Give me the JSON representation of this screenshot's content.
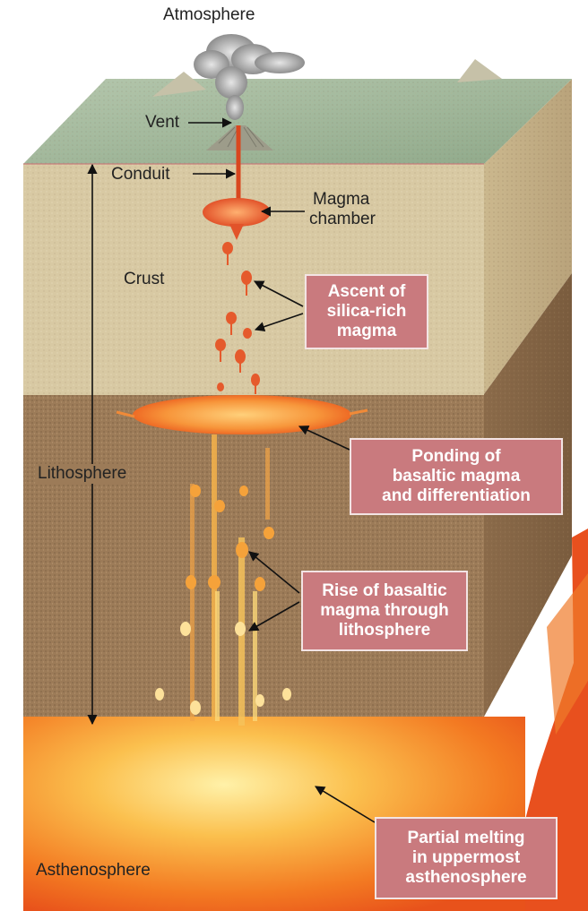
{
  "labels": {
    "atmosphere": "Atmosphere",
    "vent": "Vent",
    "conduit": "Conduit",
    "magma_chamber": [
      "Magma",
      "chamber"
    ],
    "crust": "Crust",
    "lithosphere": "Lithosphere",
    "asthenosphere": "Asthenosphere"
  },
  "callouts": {
    "ascent": [
      "Ascent of",
      "silica-rich",
      "magma"
    ],
    "ponding": [
      "Ponding of",
      "basaltic magma",
      "and differentiation"
    ],
    "rise": [
      "Rise of basaltic",
      "magma through",
      "lithosphere"
    ],
    "partial_melting": [
      "Partial melting",
      "in uppermost",
      "asthenosphere"
    ]
  },
  "colors": {
    "callout_fill": "#c97a7e",
    "surface": "#9fb59a",
    "crust": "#d8c9a3",
    "lithosphere": "#9c7b58",
    "asthenosphere": "#f5a23a",
    "magma": "#e2532a"
  }
}
